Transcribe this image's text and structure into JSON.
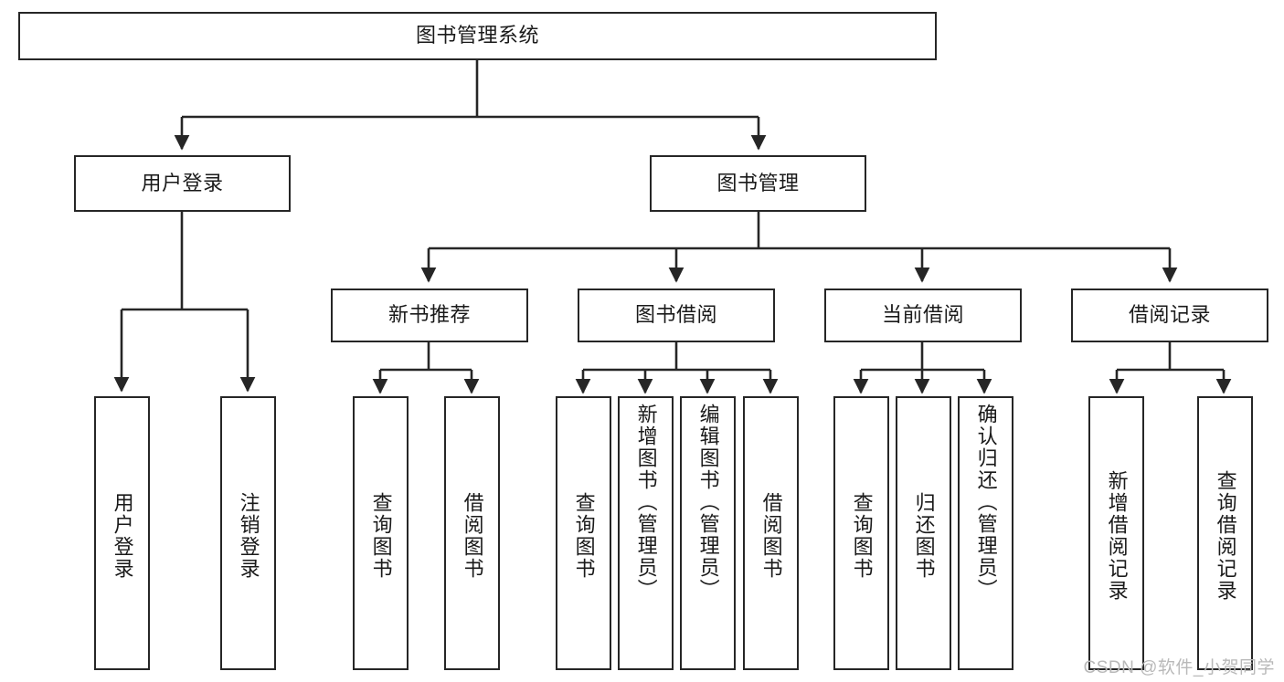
{
  "diagram": {
    "type": "tree",
    "title": "图书管理系统",
    "orientation": "top-down",
    "colors": {
      "box_border": "#262626",
      "box_fill": "#ffffff",
      "connector": "#262626",
      "text": "#1a1a1a",
      "watermark": "#b9b9b9"
    },
    "root": {
      "label": "图书管理系统"
    },
    "level2": [
      {
        "label": "用户登录"
      },
      {
        "label": "图书管理"
      }
    ],
    "level3": [
      {
        "label": "新书推荐"
      },
      {
        "label": "图书借阅"
      },
      {
        "label": "当前借阅"
      },
      {
        "label": "借阅记录"
      }
    ],
    "leaves": {
      "user_login": [
        {
          "label": "用户登录"
        },
        {
          "label": "注销登录"
        }
      ],
      "new_book": [
        {
          "label": "查询图书"
        },
        {
          "label": "借阅图书"
        }
      ],
      "book_borrow": [
        {
          "label": "查询图书"
        },
        {
          "label": "新增图书（管理员）"
        },
        {
          "label": "编辑图书（管理员）"
        },
        {
          "label": "借阅图书"
        }
      ],
      "current_borrow": [
        {
          "label": "查询图书"
        },
        {
          "label": "归还图书"
        },
        {
          "label": "确认归还（管理员）"
        }
      ],
      "borrow_record": [
        {
          "label": "新增借阅记录"
        },
        {
          "label": "查询借阅记录"
        }
      ]
    }
  },
  "watermark": {
    "text": "CSDN @软件_小贺同学"
  }
}
